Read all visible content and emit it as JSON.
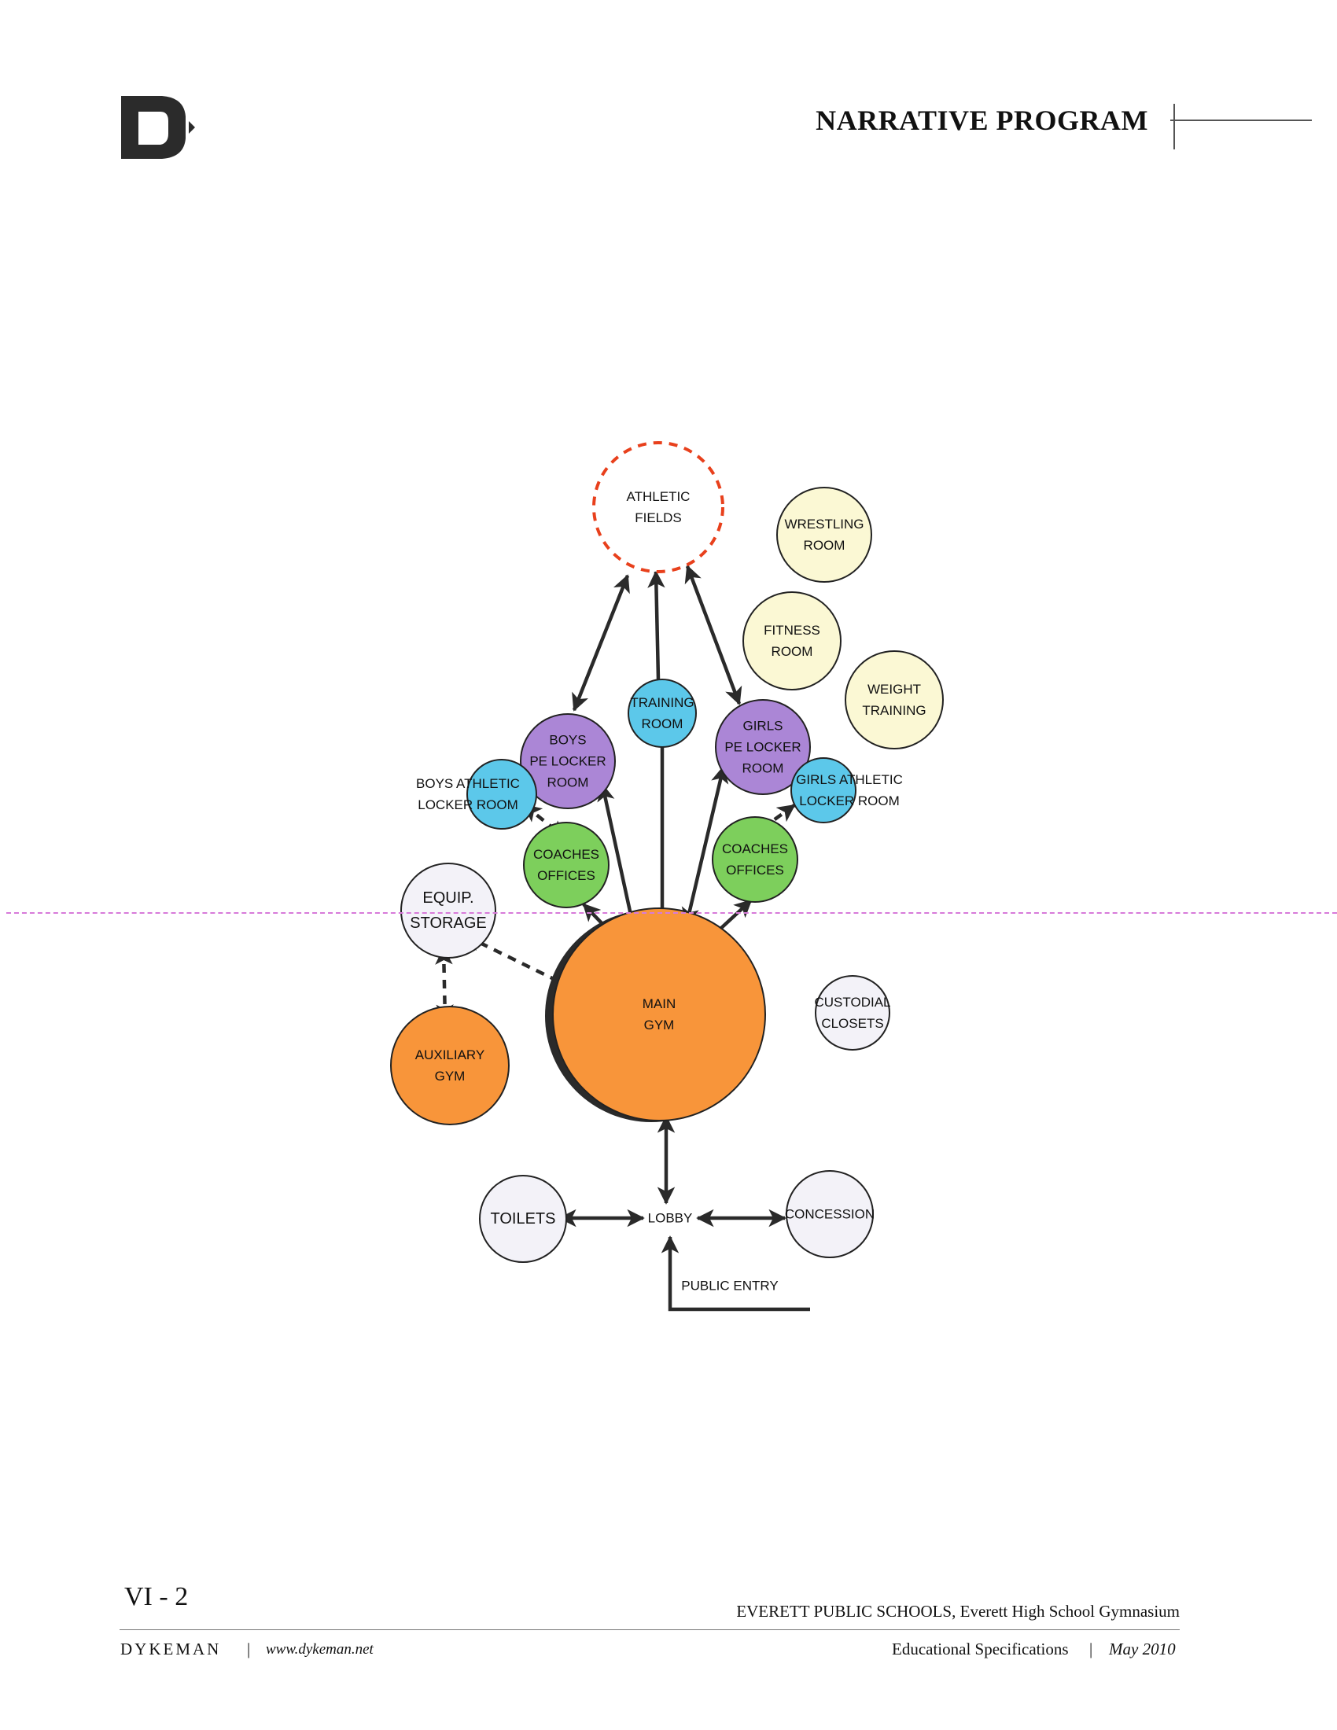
{
  "header": {
    "title": "NARRATIVE PROGRAM"
  },
  "diagram": {
    "nodes": [
      {
        "id": "athletic-fields",
        "lines": [
          "ATHLETIC",
          "FIELDS"
        ],
        "fill": "#ffffff",
        "stroke": "#e8401c",
        "dashed": true
      },
      {
        "id": "wrestling-room",
        "lines": [
          "WRESTLING",
          "ROOM"
        ],
        "fill": "#fbf8d4",
        "stroke": "#222222"
      },
      {
        "id": "fitness-room",
        "lines": [
          "FITNESS",
          "ROOM"
        ],
        "fill": "#fbf8d4",
        "stroke": "#222222"
      },
      {
        "id": "weight-training",
        "lines": [
          "WEIGHT",
          "TRAINING"
        ],
        "fill": "#fbf8d4",
        "stroke": "#222222"
      },
      {
        "id": "training-room",
        "lines": [
          "TRAINING",
          "ROOM"
        ],
        "fill": "#5cc8ea",
        "stroke": "#222222"
      },
      {
        "id": "boys-pe-locker-room",
        "lines": [
          "BOYS",
          "PE LOCKER",
          "ROOM"
        ],
        "fill": "#ab86d6",
        "stroke": "#222222"
      },
      {
        "id": "girls-pe-locker-room",
        "lines": [
          "GIRLS",
          "PE LOCKER",
          "ROOM"
        ],
        "fill": "#ab86d6",
        "stroke": "#222222"
      },
      {
        "id": "boys-athletic-locker-room",
        "lines": [
          "BOYS ATHLETIC",
          "LOCKER ROOM"
        ],
        "fill": "#5cc8ea",
        "stroke": "#222222"
      },
      {
        "id": "girls-athletic-locker-room",
        "lines": [
          "GIRLS ATHLETIC",
          "LOCKER ROOM"
        ],
        "fill": "#5cc8ea",
        "stroke": "#222222"
      },
      {
        "id": "coaches-offices-left",
        "lines": [
          "COACHES",
          "OFFICES"
        ],
        "fill": "#7dcf5c",
        "stroke": "#222222"
      },
      {
        "id": "coaches-offices-right",
        "lines": [
          "COACHES",
          "OFFICES"
        ],
        "fill": "#7dcf5c",
        "stroke": "#222222"
      },
      {
        "id": "equip-storage",
        "lines": [
          "EQUIP.",
          "STORAGE"
        ],
        "fill": "#f3f2f8",
        "stroke": "#222222"
      },
      {
        "id": "main-gym",
        "lines": [
          "MAIN",
          "GYM"
        ],
        "fill": "#f8953a",
        "stroke": "#222222"
      },
      {
        "id": "auxiliary-gym",
        "lines": [
          "AUXILIARY",
          "GYM"
        ],
        "fill": "#f8953a",
        "stroke": "#222222"
      },
      {
        "id": "custodial-closets",
        "lines": [
          "CUSTODIAL",
          "CLOSETS"
        ],
        "fill": "#f3f2f8",
        "stroke": "#222222"
      },
      {
        "id": "toilets",
        "lines": [
          "TOILETS"
        ],
        "fill": "#f3f2f8",
        "stroke": "#222222"
      },
      {
        "id": "concession",
        "lines": [
          "CONCESSION"
        ],
        "fill": "#f3f2f8",
        "stroke": "#222222"
      },
      {
        "id": "lobby",
        "lines": [
          "LOBBY"
        ],
        "fill": "none",
        "stroke": "none"
      },
      {
        "id": "public-entry",
        "lines": [
          "PUBLIC ENTRY"
        ],
        "fill": "none",
        "stroke": "none"
      }
    ],
    "connections": [
      {
        "from": "boys-pe-locker-room",
        "to": "athletic-fields",
        "style": "solid",
        "arrows": "both"
      },
      {
        "from": "training-room",
        "to": "athletic-fields",
        "style": "solid",
        "arrows": "end"
      },
      {
        "from": "girls-pe-locker-room",
        "to": "athletic-fields",
        "style": "solid",
        "arrows": "both"
      },
      {
        "from": "main-gym",
        "to": "training-room",
        "style": "solid",
        "arrows": "start"
      },
      {
        "from": "main-gym",
        "to": "boys-pe-locker-room",
        "style": "solid",
        "arrows": "both"
      },
      {
        "from": "main-gym",
        "to": "girls-pe-locker-room",
        "style": "solid",
        "arrows": "both"
      },
      {
        "from": "main-gym",
        "to": "coaches-offices-left",
        "style": "solid",
        "arrows": "both"
      },
      {
        "from": "main-gym",
        "to": "coaches-offices-right",
        "style": "solid",
        "arrows": "both"
      },
      {
        "from": "boys-athletic-locker-room",
        "to": "coaches-offices-left",
        "style": "dashed",
        "arrows": "both"
      },
      {
        "from": "girls-athletic-locker-room",
        "to": "coaches-offices-right",
        "style": "dashed",
        "arrows": "both"
      },
      {
        "from": "equip-storage",
        "to": "main-gym",
        "style": "dashed",
        "arrows": "both"
      },
      {
        "from": "equip-storage",
        "to": "auxiliary-gym",
        "style": "dashed",
        "arrows": "both"
      },
      {
        "from": "lobby",
        "to": "main-gym",
        "style": "solid",
        "arrows": "both"
      },
      {
        "from": "lobby",
        "to": "toilets",
        "style": "solid",
        "arrows": "both"
      },
      {
        "from": "lobby",
        "to": "concession",
        "style": "solid",
        "arrows": "both"
      },
      {
        "from": "public-entry",
        "to": "lobby",
        "style": "solid",
        "arrows": "end"
      }
    ]
  },
  "footer": {
    "page_number": "VI - 2",
    "organization": "EVERETT PUBLIC SCHOOLS, Everett High School Gymnasium",
    "brand": "DYKEMAN",
    "separator": "|",
    "url": "www.dykeman.net",
    "document": "Educational Specifications",
    "date": "May 2010"
  }
}
